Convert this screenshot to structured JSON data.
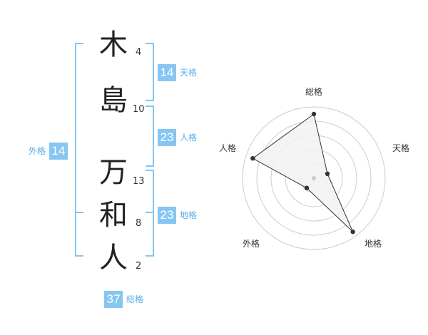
{
  "name": {
    "characters": [
      {
        "char": "木",
        "strokes": "4"
      },
      {
        "char": "島",
        "strokes": "10"
      },
      {
        "char": "万",
        "strokes": "13"
      },
      {
        "char": "和",
        "strokes": "8"
      },
      {
        "char": "人",
        "strokes": "2"
      }
    ]
  },
  "fortune": {
    "tenkaku": {
      "value": "14",
      "label": "天格"
    },
    "jinkaku": {
      "value": "23",
      "label": "人格"
    },
    "chikaku": {
      "value": "23",
      "label": "地格"
    },
    "gaikaku": {
      "value": "14",
      "label": "外格"
    },
    "soukaku": {
      "value": "37",
      "label": "総格"
    }
  },
  "radar": {
    "axes": [
      {
        "label": "総格",
        "level": 0.9
      },
      {
        "label": "天格",
        "level": 0.2
      },
      {
        "label": "地格",
        "level": 0.93
      },
      {
        "label": "外格",
        "level": 0.17
      },
      {
        "label": "人格",
        "level": 0.9
      }
    ],
    "rings": 5,
    "colors": {
      "ring": "#cccccc",
      "fill": "#f2f2f2",
      "line": "#333333",
      "point": "#333333"
    }
  },
  "colors": {
    "accent": "#86c6f0",
    "accent_text": "#5aaee4"
  }
}
